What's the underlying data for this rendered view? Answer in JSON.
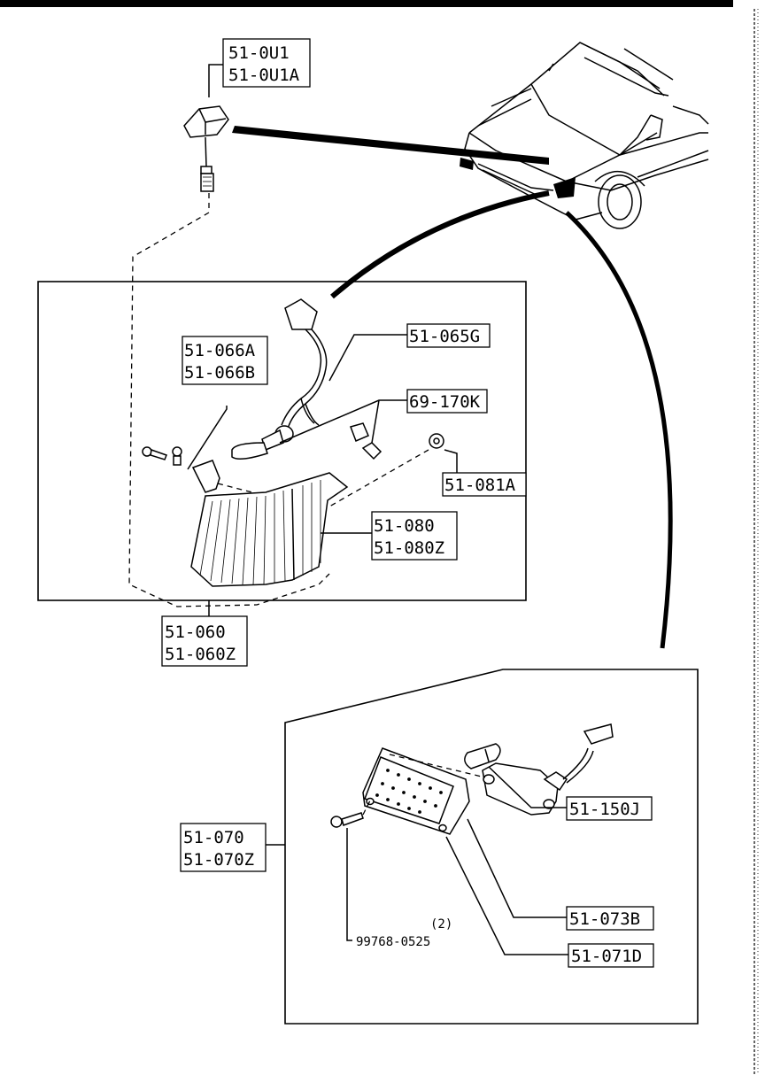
{
  "colors": {
    "ink": "#000000",
    "paper": "#ffffff"
  },
  "labels": {
    "antenna_1": "51-0U1",
    "antenna_2": "51-0U1A",
    "socket": "51-065G",
    "bracket_a": "51-066A",
    "bracket_b": "51-066B",
    "bulb_pair": "69-170K",
    "bulb_single": "51-081A",
    "lens_1": "51-080",
    "lens_2": "51-080Z",
    "assy_1": "51-060",
    "assy_2": "51-060Z",
    "side_assy_1": "51-070",
    "side_assy_2": "51-070Z",
    "side_bulb": "51-150J",
    "side_gasket": "51-073B",
    "side_lens": "51-071D",
    "screw_qty": "(2)",
    "screw_part": "99768-0525"
  }
}
